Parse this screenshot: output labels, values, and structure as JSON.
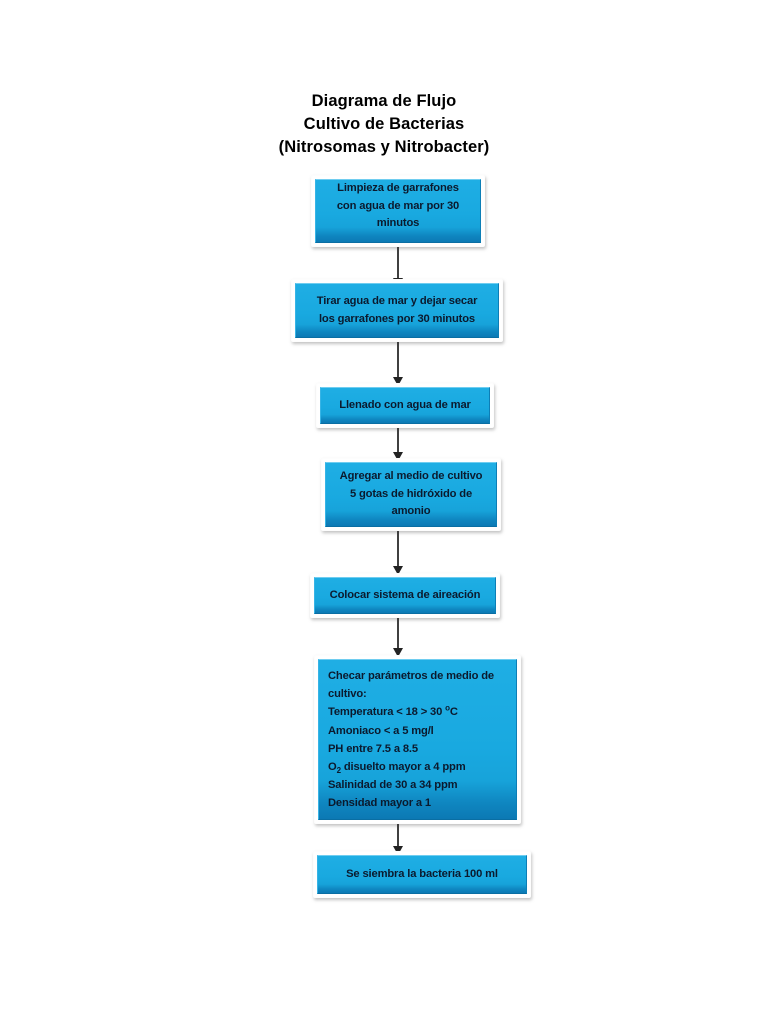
{
  "document": {
    "title_lines": [
      "Diagrama de Flujo",
      "Cultivo de Bacterias",
      "(Nitrosomas y Nitrobacter)"
    ]
  },
  "theme": {
    "box_fill": "#19A9E0",
    "box_fill_bottom": "#0C79B4",
    "box_border": "#FFFFFF",
    "text_color": "#0B1A2E",
    "arrow_color": "#404040",
    "page_background": "#FFFFFF"
  },
  "flowchart": {
    "type": "flowchart",
    "orientation": "vertical-top-to-bottom",
    "nodes": [
      {
        "id": "step-1",
        "name": "limpieza-garrafones",
        "lines": [
          "Limpieza de garrafones",
          "con agua de mar por 30",
          "minutos"
        ],
        "align": "center"
      },
      {
        "id": "step-2",
        "name": "tirar-agua-secar",
        "lines": [
          "Tirar agua de mar y dejar secar",
          "los garrafones por 30 minutos"
        ],
        "align": "center"
      },
      {
        "id": "step-3",
        "name": "llenado-agua-mar",
        "lines": [
          "Llenado con agua de mar"
        ],
        "align": "center"
      },
      {
        "id": "step-4",
        "name": "agregar-hidroxido-amonio",
        "lines": [
          "Agregar al medio de cultivo",
          "5 gotas de hidróxido de",
          "amonio"
        ],
        "align": "center"
      },
      {
        "id": "step-5",
        "name": "colocar-sistema-aireacion",
        "lines": [
          "Colocar sistema de aireación"
        ],
        "align": "center"
      },
      {
        "id": "step-6",
        "name": "checar-parametros",
        "align": "left",
        "lines": [
          "Checar parámetros de medio de",
          "cultivo:"
        ],
        "parameters": [
          {
            "label": "Temperatura",
            "value": "< 18 > 30 ºC"
          },
          {
            "label": "Amoniaco",
            "value": "< a 5 mg/l"
          },
          {
            "label": "PH",
            "value": "entre 7.5 a 8.5"
          },
          {
            "label": "O2 disuelto",
            "value": "mayor a 4 ppm"
          },
          {
            "label": "Salinidad",
            "value": "de 30 a 34 ppm"
          },
          {
            "label": "Densidad",
            "value": "mayor a 1"
          }
        ],
        "parameter_lines": {
          "temperatura_pre": "Temperatura < 18 > 30 ",
          "temperatura_deg": "o",
          "temperatura_post": "C",
          "amoniaco": "Amoniaco < a 5 mg/l",
          "ph": "PH entre 7.5 a 8.5",
          "o2_pre": "O",
          "o2_sub": "2",
          "o2_post": " disuelto mayor a 4 ppm",
          "salinidad": "Salinidad de 30 a 34 ppm",
          "densidad": "Densidad mayor a 1"
        }
      },
      {
        "id": "step-7",
        "name": "sembrar-bacteria",
        "lines": [
          "Se siembra la bacteria 100 ml"
        ],
        "align": "center"
      }
    ],
    "connector_count": 6
  }
}
